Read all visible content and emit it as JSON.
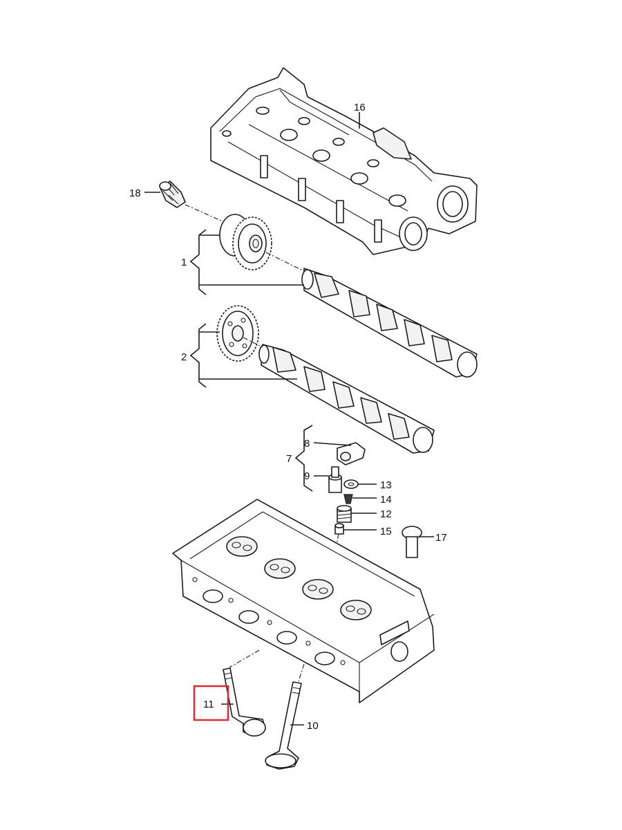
{
  "labels": {
    "p1": "1",
    "p2": "2",
    "p7": "7",
    "p8": "8",
    "p9": "9",
    "p10": "10",
    "p11": "11",
    "p12": "12",
    "p13": "13",
    "p14": "14",
    "p15": "15",
    "p16": "16",
    "p17": "17",
    "p18": "18"
  },
  "highlight": {
    "part": "11",
    "color": "#e0282e"
  }
}
